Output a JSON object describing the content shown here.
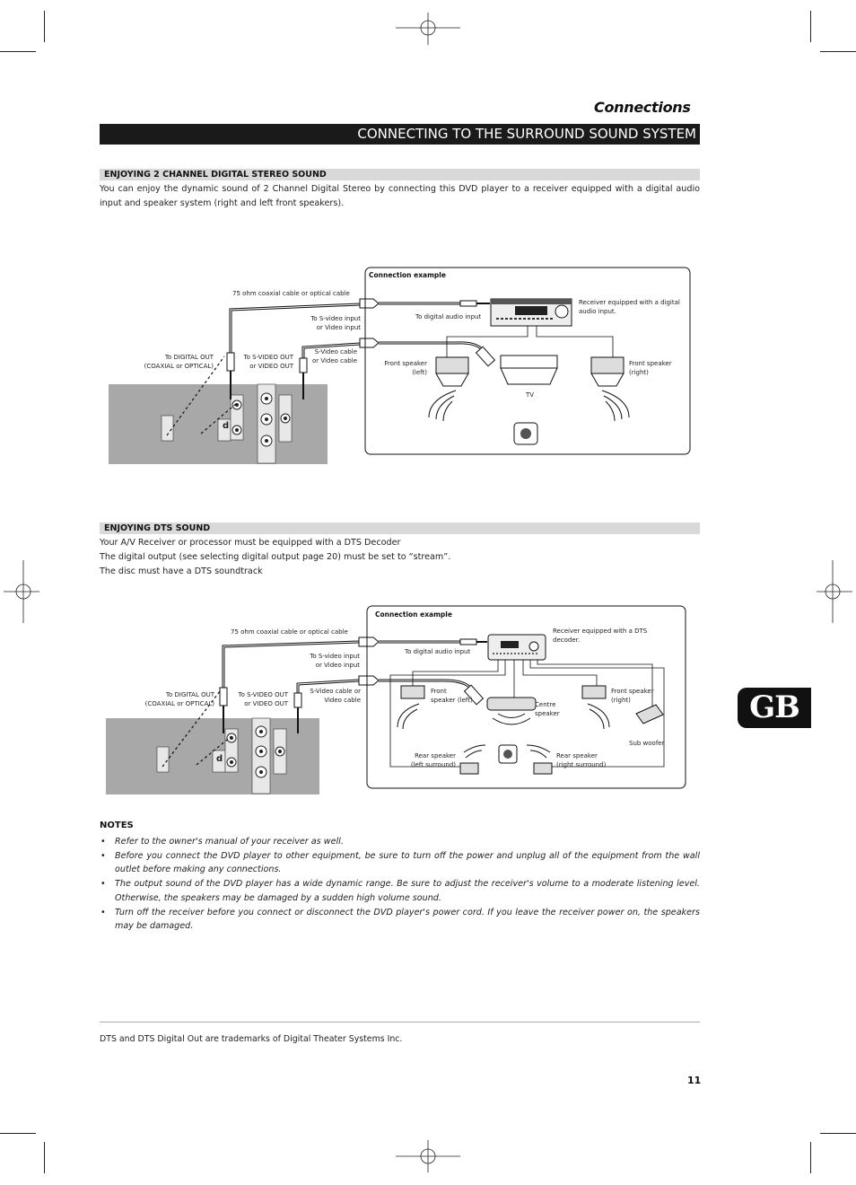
{
  "header": {
    "section": "Connections",
    "banner": "CONNECTING TO THE SURROUND SOUND SYSTEM"
  },
  "stereo": {
    "heading": "ENJOYING 2 CHANNEL DIGITAL STEREO SOUND",
    "body": "You can enjoy the dynamic sound of 2 Channel Digital Stereo by connecting this DVD player to a receiver equipped with a digital audio input and speaker system (right and left front speakers).",
    "diagram": {
      "connection_example": "Connection example",
      "cable_label": "75 ohm coaxial cable or optical cable",
      "svideo_input_1": "To S-video input",
      "svideo_input_2": "or Video input",
      "digital_audio_input": "To digital audio input",
      "receiver_1": "Receiver equipped with a digital",
      "receiver_2": "audio input.",
      "digital_out_1": "To DIGITAL OUT",
      "digital_out_2": "(COAXIAL or OPTICAL)",
      "svideo_out_1": "To S-VIDEO OUT",
      "svideo_out_2": "or VIDEO OUT",
      "svideo_cable_1": "S-Video cable",
      "svideo_cable_2": "or Video cable",
      "front_left_1": "Front speaker",
      "front_left_2": "(left)",
      "front_right_1": "Front speaker",
      "front_right_2": "(right)",
      "tv": "TV"
    }
  },
  "dts": {
    "heading": "ENJOYING DTS SOUND",
    "lines": [
      "Your A/V Receiver or processor must be equipped with a DTS Decoder",
      "The digital output (see selecting digital output page 20) must be set to “stream”.",
      "The disc must have a DTS soundtrack"
    ],
    "diagram": {
      "connection_example": "Connection example",
      "cable_label": "75 ohm coaxial cable or optical cable",
      "svideo_input_1": "To S-video input",
      "svideo_input_2": "or Video input",
      "digital_audio_input": "To digital audio input",
      "receiver_1": "Receiver equipped with a DTS",
      "receiver_2": "decoder.",
      "digital_out_1": "To DIGITAL OUT",
      "digital_out_2": "(COAXIAL or OPTICAL)",
      "svideo_out_1": "To S-VIDEO OUT",
      "svideo_out_2": "or VIDEO OUT",
      "svideo_cable_1": "S-Video cable or",
      "svideo_cable_2": "Video cable",
      "front_left_1": "Front",
      "front_left_2": "speaker (left)",
      "centre_1": "Centre",
      "centre_2": "speaker",
      "front_right_1": "Front speaker",
      "front_right_2": "(right)",
      "sub": "Sub woofer",
      "rear_left_1": "Rear speaker",
      "rear_left_2": "(left surround)",
      "rear_right_1": "Rear speaker",
      "rear_right_2": "(right surround)"
    }
  },
  "notes": {
    "title": "NOTES",
    "items": [
      "Refer to the owner's manual of your receiver as well.",
      "Before you connect the DVD player to other equipment, be sure to turn off the power and unplug all of the equipment from the wall outlet before making any connections.",
      "The output sound of the DVD player has a wide dynamic range. Be sure to adjust the receiver's volume to a moderate listening level. Otherwise, the speakers may be damaged by a sudden high volume sound.",
      "Turn off the receiver before you connect or disconnect the DVD player's power cord. If you leave the receiver power on, the speakers may be damaged."
    ]
  },
  "footer": {
    "trademark": "DTS and DTS Digital Out are trademarks of Digital Theater Systems Inc.",
    "page": "11",
    "tab": "GB"
  }
}
